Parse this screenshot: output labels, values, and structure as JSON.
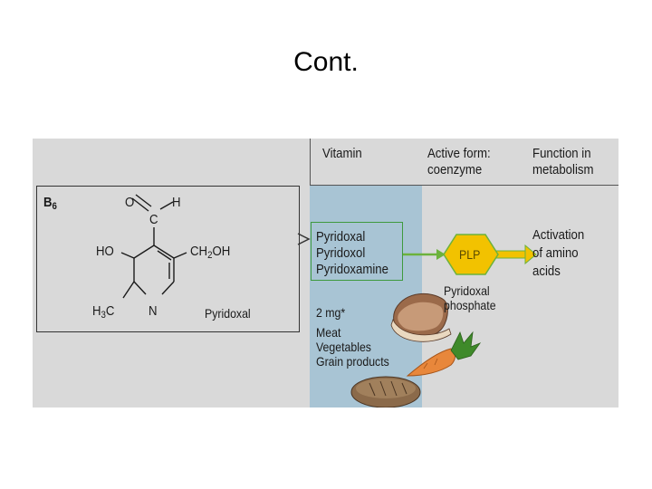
{
  "title": "Cont.",
  "table": {
    "headers": {
      "vitamin": "Vitamin",
      "active_form": [
        "Active form:",
        "coenzyme"
      ],
      "function": [
        "Function in",
        "metabolism"
      ]
    }
  },
  "structure": {
    "vitamin_label": "B",
    "vitamin_sub": "6",
    "compound_name": "Pyridoxal",
    "atoms": {
      "O": "O",
      "C": "C",
      "H": "H",
      "HO": "HO",
      "CH2OH_a": "CH",
      "CH2OH_sub": "2",
      "CH2OH_b": "OH",
      "H3C_a": "H",
      "H3C_sub": "3",
      "H3C_b": "C",
      "N": "N"
    }
  },
  "vitamin_forms": [
    "Pyridoxal",
    "Pyridoxol",
    "Pyridoxamine"
  ],
  "requirement": "2 mg*",
  "sources": [
    "Meat",
    "Vegetables",
    "Grain products"
  ],
  "coenzyme": {
    "abbr": "PLP",
    "name": [
      "Pyridoxal",
      "phosphate"
    ]
  },
  "function": [
    "Activation",
    "of amino",
    "acids"
  ],
  "colors": {
    "figure_bg": "#d9d9d9",
    "blue_column": "#a8c4d4",
    "vitamin_box_border": "#3e9a3e",
    "hexagon_fill": "#f2c200",
    "arrow_green": "#6cb23c"
  }
}
